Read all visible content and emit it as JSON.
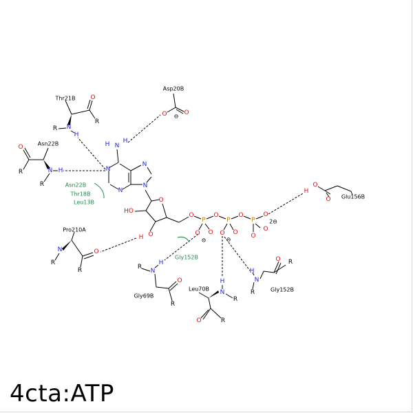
{
  "title": "4cta:ATP",
  "atom_labels": {
    "n_amine": "N",
    "h_amine_a": "H",
    "h_amine_b": "H",
    "n1": "N",
    "n3": "N",
    "n7": "N",
    "n9": "N",
    "o_ring": "O",
    "ho_2": "HO",
    "o_3": "O",
    "h_3": "H",
    "o_5": "O",
    "o_pa1": "O",
    "o_pa2": "O",
    "o_pa3": "O",
    "o_pb1": "O",
    "o_pb2": "O",
    "o_pg1": "O",
    "o_pg2": "O",
    "o_pg3": "O",
    "p_a": "P",
    "p_b": "P",
    "p_g": "P",
    "asp_o1": "O",
    "asp_o2": "O",
    "thr_n": "N",
    "thr_h": "H",
    "thr_o": "O",
    "thr_r1": "R",
    "thr_r2": "R",
    "asn_n": "N",
    "asn_h": "H",
    "asn_o": "O",
    "asn_r1": "R",
    "asn_r2": "R",
    "pro_n": "N",
    "pro_o": "O",
    "pro_r1": "R",
    "pro_r2": "R",
    "gly69_n": "N",
    "gly69_h": "H",
    "gly69_o": "O",
    "gly69_r1": "R",
    "gly69_r2": "R",
    "leu_n": "N",
    "leu_h": "H",
    "leu_o": "O",
    "leu_r1": "R",
    "leu_r2": "R",
    "gly152_n": "N",
    "gly152_h": "H",
    "gly152_o": "O",
    "gly152_r1": "R",
    "gly152_r2": "R",
    "glu_o1": "O",
    "glu_o2": "O",
    "glu_h": "H"
  },
  "charges": {
    "asp": "⊖",
    "p_a": "⊖",
    "p_b": "⊖",
    "p_g": "2⊖"
  },
  "residue_labels": {
    "thr21b": "Thr21B",
    "asp20b": "Asp20B",
    "asn22b": "Asn22B",
    "glu156b": "Glu156B",
    "pro210a": "Pro210A",
    "gly69b": "Gly69B",
    "leu70b": "Leu70B",
    "gly152b": "Gly152B"
  },
  "hydrophobic_labels": {
    "asn22b": "Asn22B",
    "thr18b": "Thr18B",
    "leu13b": "Leu13B",
    "gly152b": "Gly152B"
  },
  "colors": {
    "carbon": "#000000",
    "nitrogen": "#1d1dd8",
    "oxygen": "#e01010",
    "hydrophobic": "#1f8a4a"
  }
}
